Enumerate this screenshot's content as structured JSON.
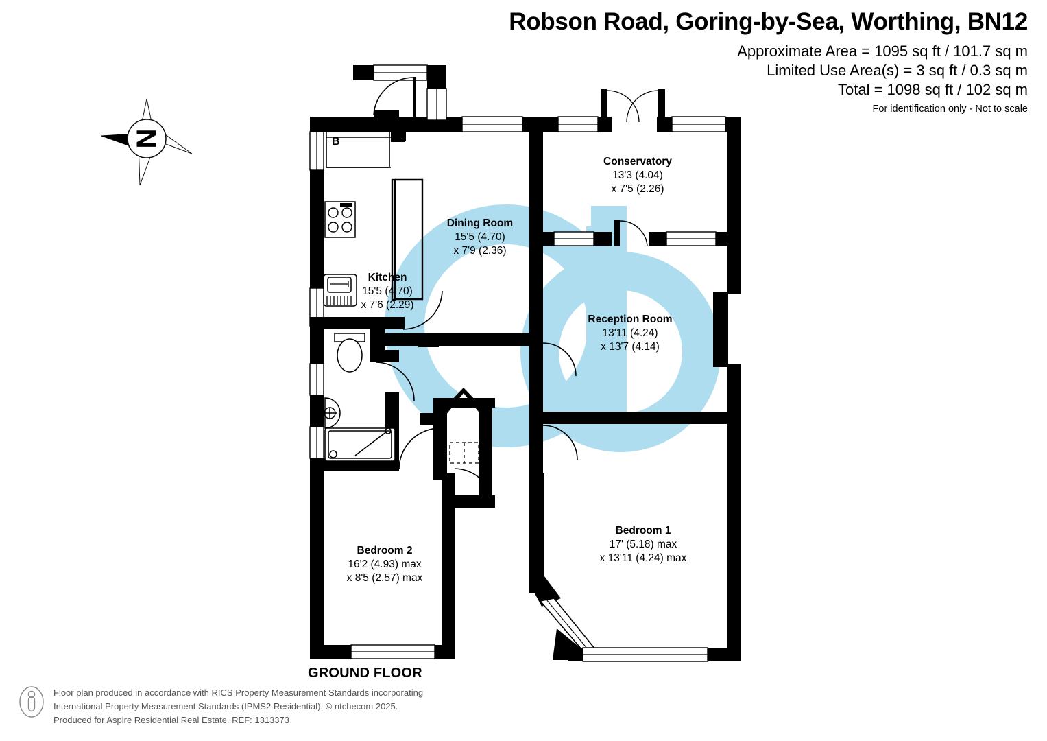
{
  "header": {
    "title": "Robson Road, Goring-by-Sea, Worthing, BN12",
    "approx_area": "Approximate Area = 1095 sq ft / 101.7 sq m",
    "limited_use_area": "Limited Use Area(s) = 3 sq ft / 0.3 sq m",
    "total_area": "Total = 1098 sq ft / 102 sq m",
    "disclaimer": "For identification only - Not to scale"
  },
  "compass": {
    "label": "N"
  },
  "floor_label": "GROUND FLOOR",
  "markers": {
    "boiler": "B"
  },
  "rooms": [
    {
      "name": "Conservatory",
      "dim1": "13'3 (4.04)",
      "dim2": "x 7'5 (2.26)"
    },
    {
      "name": "Dining Room",
      "dim1": "15'5 (4.70)",
      "dim2": "x 7'9 (2.36)"
    },
    {
      "name": "Kitchen",
      "dim1": "15'5 (4.70)",
      "dim2": "x 7'6 (2.29)"
    },
    {
      "name": "Reception Room",
      "dim1": "13'11 (4.24)",
      "dim2": "x 13'7 (4.14)"
    },
    {
      "name": "Bedroom 1",
      "dim1": "17' (5.18) max",
      "dim2": "x 13'11 (4.24) max"
    },
    {
      "name": "Bedroom 2",
      "dim1": "16'2 (4.93) max",
      "dim2": "x 8'5 (2.57) max"
    }
  ],
  "footer": {
    "line1": "Floor plan produced in accordance with RICS Property Measurement Standards incorporating",
    "line2": "International Property Measurement Standards (IPMS2 Residential).   © ntchecom 2025.",
    "line3": "Produced for Aspire Residential Real Estate.   REF:  1313373"
  },
  "colors": {
    "wall": "#000000",
    "watermark": "#ADDDEF",
    "footer_text": "#555555",
    "background": "#FFFFFF"
  }
}
